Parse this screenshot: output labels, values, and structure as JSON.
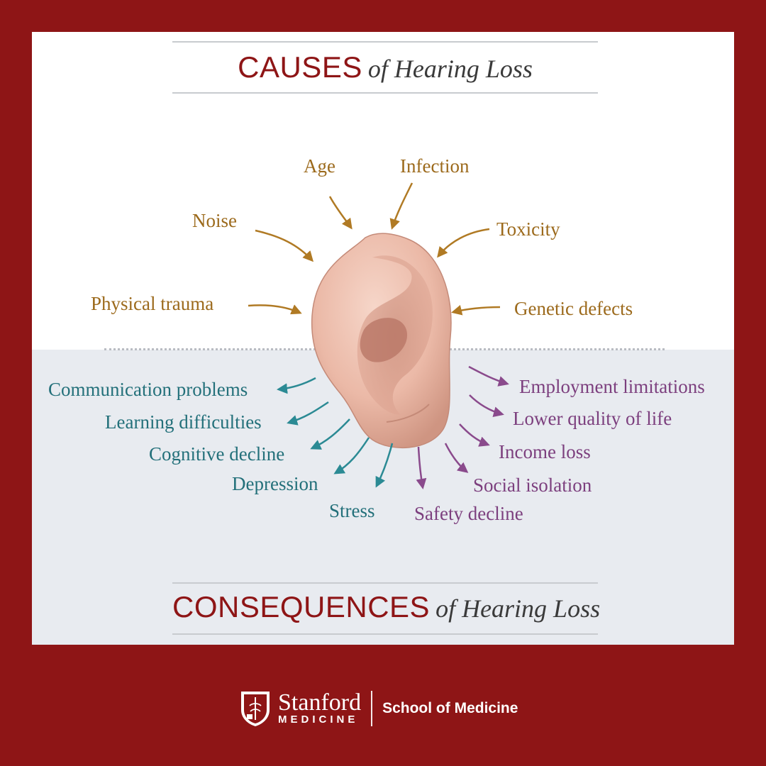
{
  "header": {
    "causes_word": "CAUSES",
    "causes_rest": "of Hearing Loss"
  },
  "causes": [
    "Age",
    "Infection",
    "Noise",
    "Toxicity",
    "Physical trauma",
    "Genetic defects"
  ],
  "consequences_left": [
    "Communication problems",
    "Learning difficulties",
    "Cognitive decline",
    "Depression",
    "Stress"
  ],
  "consequences_right": [
    "Employment limitations",
    "Lower quality of life",
    "Income loss",
    "Social isolation",
    "Safety decline"
  ],
  "footer_title": {
    "consequences_word": "CONSEQUENCES",
    "consequences_rest": "of Hearing Loss"
  },
  "branding": {
    "name": "Stanford",
    "sub": "MEDICINE",
    "school": "School of Medicine"
  },
  "colors": {
    "background": "#8e1516",
    "cause": "#9c6a1c",
    "consequence_left": "#23707a",
    "consequence_right": "#7c3f7e"
  }
}
